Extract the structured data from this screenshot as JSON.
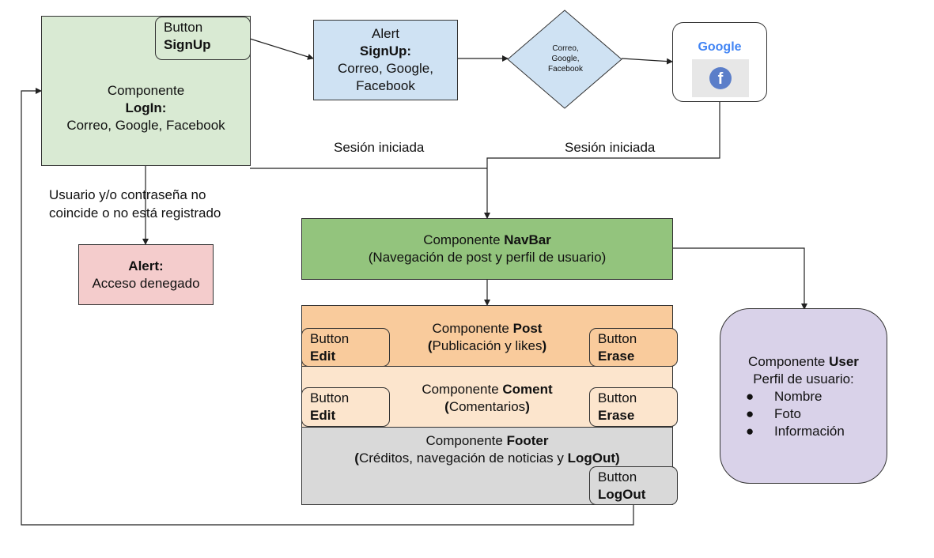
{
  "login": {
    "line1": "Componente",
    "bold": "LogIn:",
    "line3": "Correo, Google, Facebook"
  },
  "signup_button": {
    "line1": "Button",
    "bold": "SignUp"
  },
  "alert_signup": {
    "line1": "Alert",
    "bold": "SignUp:",
    "line3": "Correo, Google,",
    "line4": "Facebook"
  },
  "decision": {
    "line1": "Correo,",
    "line2": "Google,",
    "line3": "Facebook"
  },
  "providers": {
    "google": "Google",
    "facebook": "f"
  },
  "labels": {
    "session1": "Sesión iniciada",
    "session2": "Sesión iniciada",
    "error1": "Usuario y/o contraseña no",
    "error2": "coincide o  no está registrado"
  },
  "alert_denied": {
    "bold": "Alert:",
    "line2": "Acceso denegado"
  },
  "navbar": {
    "prefix": "Componente ",
    "bold": "NavBar",
    "line2": "(Navegación de post y perfil de usuario)"
  },
  "post": {
    "prefix": "Componente ",
    "bold": "Post",
    "open": "(",
    "mid": "Publicación y likes",
    "close": ")",
    "edit": {
      "line1": "Button",
      "bold": "Edit"
    },
    "erase": {
      "line1": "Button",
      "bold": "Erase"
    }
  },
  "coment": {
    "prefix": "Componente ",
    "bold": "Coment",
    "open": "(",
    "mid": "Comentarios",
    "close": ")",
    "edit": {
      "line1": "Button",
      "bold": "Edit"
    },
    "erase": {
      "line1": "Button",
      "bold": "Erase"
    }
  },
  "footer": {
    "prefix": "Componente ",
    "bold": "Footer",
    "open": "(",
    "mid": "Créditos, navegación de noticias y ",
    "bold2": "LogOut",
    "close": ")",
    "logout": {
      "line1": "Button",
      "bold": "LogOut"
    }
  },
  "user": {
    "prefix": "Componente ",
    "bold": "User",
    "line2": "Perfil de usuario:",
    "items": [
      "Nombre",
      "Foto",
      "Información"
    ]
  },
  "colors": {
    "login": "#d9ead3",
    "alert_blue": "#cfe2f3",
    "denied": "#f4cccc",
    "navbar": "#93c47d",
    "post": "#f9cb9c",
    "coment": "#fce5cd",
    "footer": "#d9d9d9",
    "user": "#d9d2e9"
  }
}
